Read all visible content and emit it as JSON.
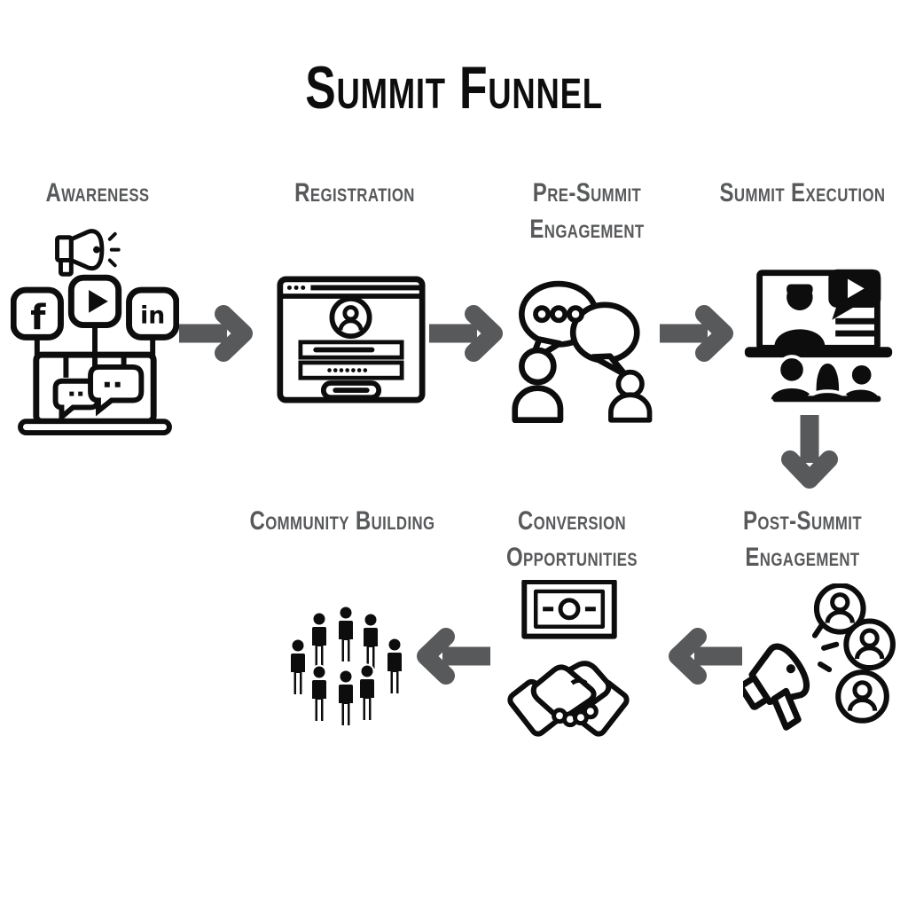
{
  "title": "Summit Funnel",
  "colors": {
    "ink": "#0d0d0d",
    "gray": "#58595b",
    "background": "#ffffff"
  },
  "stages": [
    {
      "id": "awareness",
      "label": "Awareness",
      "icon": "social-media-promotion-icon"
    },
    {
      "id": "registration",
      "label": "Registration",
      "icon": "signup-form-icon"
    },
    {
      "id": "pre-summit-engagement",
      "label": "Pre-Summit Engagement",
      "icon": "people-conversation-icon"
    },
    {
      "id": "summit-execution",
      "label": "Summit Execution",
      "icon": "webinar-audience-icon"
    },
    {
      "id": "post-summit-engagement",
      "label": "Post-Summit Engagement",
      "icon": "megaphone-outreach-icon"
    },
    {
      "id": "conversion-opportunities",
      "label": "Conversion Opportunities",
      "icon": "handshake-money-icon"
    },
    {
      "id": "community-building",
      "label": "Community Building",
      "icon": "people-group-icon"
    }
  ],
  "social_badges": {
    "facebook": "f",
    "linkedin": "in",
    "video": "play"
  },
  "flow": {
    "arrows": [
      {
        "from": "Awareness",
        "to": "Registration",
        "direction": "right"
      },
      {
        "from": "Registration",
        "to": "Pre-Summit Engagement",
        "direction": "right"
      },
      {
        "from": "Pre-Summit Engagement",
        "to": "Summit Execution",
        "direction": "right"
      },
      {
        "from": "Summit Execution",
        "to": "Post-Summit Engagement",
        "direction": "down"
      },
      {
        "from": "Post-Summit Engagement",
        "to": "Conversion Opportunities",
        "direction": "left"
      },
      {
        "from": "Conversion Opportunities",
        "to": "Community Building",
        "direction": "left"
      }
    ]
  }
}
